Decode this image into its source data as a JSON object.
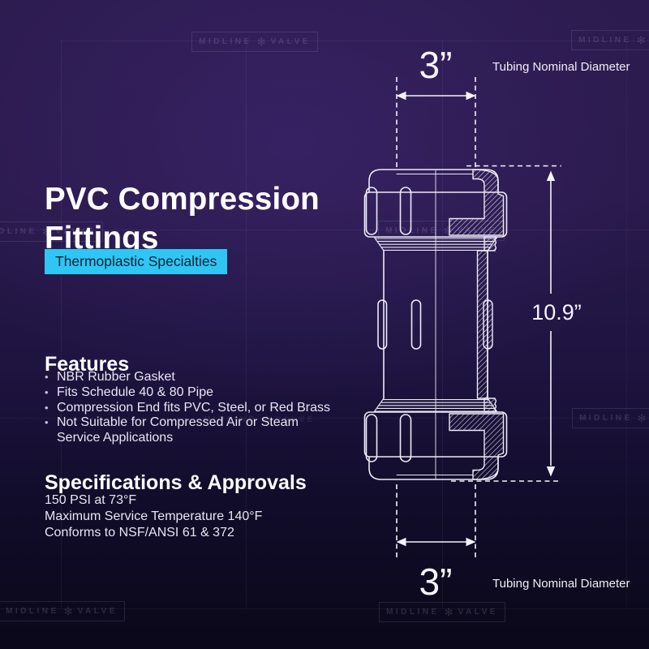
{
  "title": "PVC Compression Fittings",
  "badge": {
    "label": "Thermoplastic Specialties",
    "bg": "#2fc6f3",
    "text_color": "#0d2137"
  },
  "features": {
    "heading": "Features",
    "bullet_char": "•",
    "items": [
      "NBR Rubber Gasket",
      "Fits Schedule 40 & 80 Pipe",
      "Compression End fits PVC, Steel, or Red Brass",
      "Not Suitable for Compressed Air or Steam Service Applications"
    ]
  },
  "specifications": {
    "heading": "Specifications & Approvals",
    "items": [
      "150 PSI at 73°F",
      "Maximum Service Temperature 140°F",
      "Conforms to NSF/ANSI 61 & 372"
    ]
  },
  "diagram": {
    "top_dimension": {
      "value": "3”",
      "label": "Tubing Nominal Diameter"
    },
    "bottom_dimension": {
      "value": "3”",
      "label": "Tubing Nominal Diameter"
    },
    "height_dimension": {
      "value": "10.9”"
    },
    "line_color": "#eceaf5"
  },
  "watermark": {
    "word1": "MIDLINE",
    "word2": "VALVE",
    "gear_icon": "✻"
  },
  "colors": {
    "background_top": "#2b1b4e",
    "background_bottom": "#0a0819",
    "accent_cyan": "#2fc6f3",
    "drawing_line": "#eceaf5"
  }
}
